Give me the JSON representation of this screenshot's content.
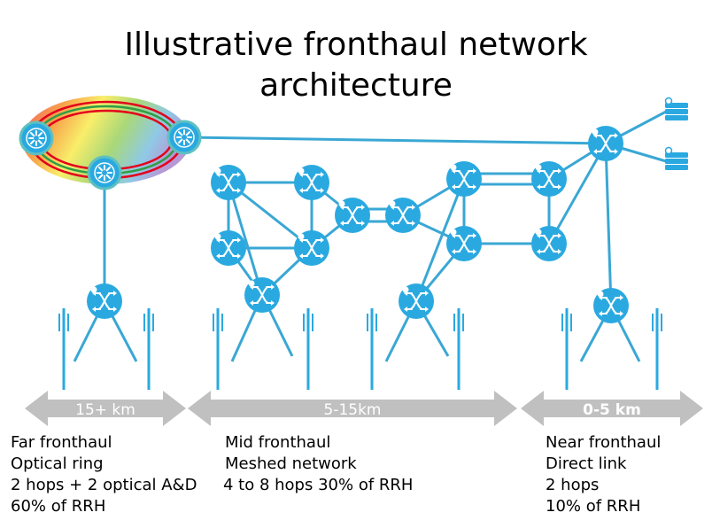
{
  "title": {
    "line1": "Illustrative fronthaul network",
    "line2": "architecture"
  },
  "colors": {
    "node": "#2aa9e0",
    "link": "#3aa7d4",
    "arrow": "#c0c0c0",
    "ring_red": "#e3001b",
    "ring_green": "#2f9e45"
  },
  "distances": {
    "far": "15+ km",
    "mid": "5-15km",
    "near": "0-5 km"
  },
  "segments": {
    "far": {
      "name": "Far fronthaul",
      "topology": "Optical ring",
      "hops": "2 hops + 2 optical A&D",
      "share": "60% of RRH"
    },
    "mid": {
      "name": "Mid fronthaul",
      "topology": "Meshed network",
      "hops": "4 to 8 hops 30% of RRH"
    },
    "near": {
      "name": "Near fronthaul",
      "topology": "Direct link",
      "hops": "2 hops",
      "share": "10% of RRH"
    }
  },
  "icons": {
    "switch": "switch-router-icon",
    "optical_node": "optical-add-drop-node-icon",
    "server": "server-stack-icon",
    "antenna": "antenna-rrh-icon"
  }
}
